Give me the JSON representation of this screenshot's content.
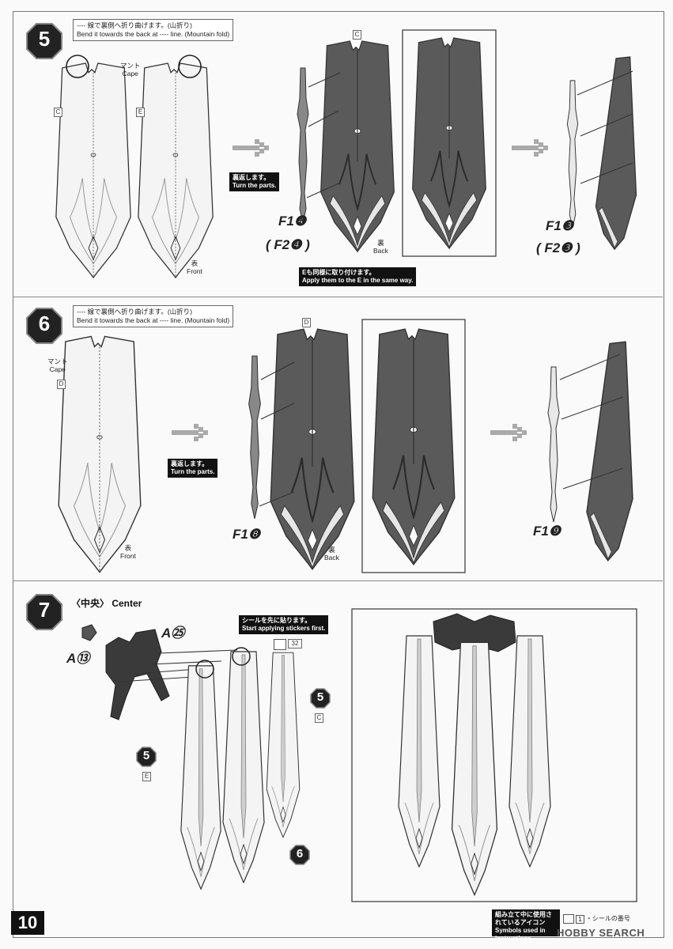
{
  "page": {
    "number": "10"
  },
  "steps": {
    "s5": {
      "number": "5",
      "note_jp": "---- 線で裏側へ折り曲げます。(山折り)",
      "note_en": "Bend it towards the back at ---- line. (Mountain fold)",
      "cape_jp": "マント",
      "cape_en": "Cape",
      "label_c1": "C",
      "label_e": "E",
      "label_c2": "C",
      "front_jp": "表",
      "front_en": "Front",
      "back_jp": "裏",
      "back_en": "Back",
      "turn_jp": "裏返します。",
      "turn_en": "Turn the parts.",
      "part_a": "F1❹",
      "part_a_alt": "( F2❹ )",
      "part_b": "F1❸",
      "part_b_alt": "( F2❸ )",
      "apply_jp": "Eも同様に取り付けます。",
      "apply_en": "Apply them to the E in the same way."
    },
    "s6": {
      "number": "6",
      "note_jp": "---- 線で裏側へ折り曲げます。(山折り)",
      "note_en": "Bend it towards the back at ---- line. (Mountain fold)",
      "cape_jp": "マント",
      "cape_en": "Cape",
      "label_d1": "D",
      "label_d2": "D",
      "front_jp": "表",
      "front_en": "Front",
      "back_jp": "裏",
      "back_en": "Back",
      "turn_jp": "裏返します。",
      "turn_en": "Turn the parts.",
      "part_a": "F1❽",
      "part_b": "F1❾"
    },
    "s7": {
      "number": "7",
      "title": "〈中央〉 Center",
      "part_a25": "A㉕",
      "part_a13": "A⑬",
      "sticker_jp": "シールを先に貼ります。",
      "sticker_en": "Start applying stickers first.",
      "sticker_no": "32",
      "ref5": "5",
      "ref5b": "5",
      "ref6": "6",
      "label_c": "C",
      "label_e": "E"
    }
  },
  "footer": {
    "icons_jp": "組み立て中に使用されているアイコン",
    "icons_en": "Symbols used in instructions",
    "sticker_icon_label": "1",
    "sticker_desc": "・シールの番号",
    "watermark": "HOBBY SEARCH"
  },
  "colors": {
    "dark_part": "#555555",
    "light_part": "#f4f4f4",
    "outline": "#333333",
    "badge": "#222222"
  }
}
